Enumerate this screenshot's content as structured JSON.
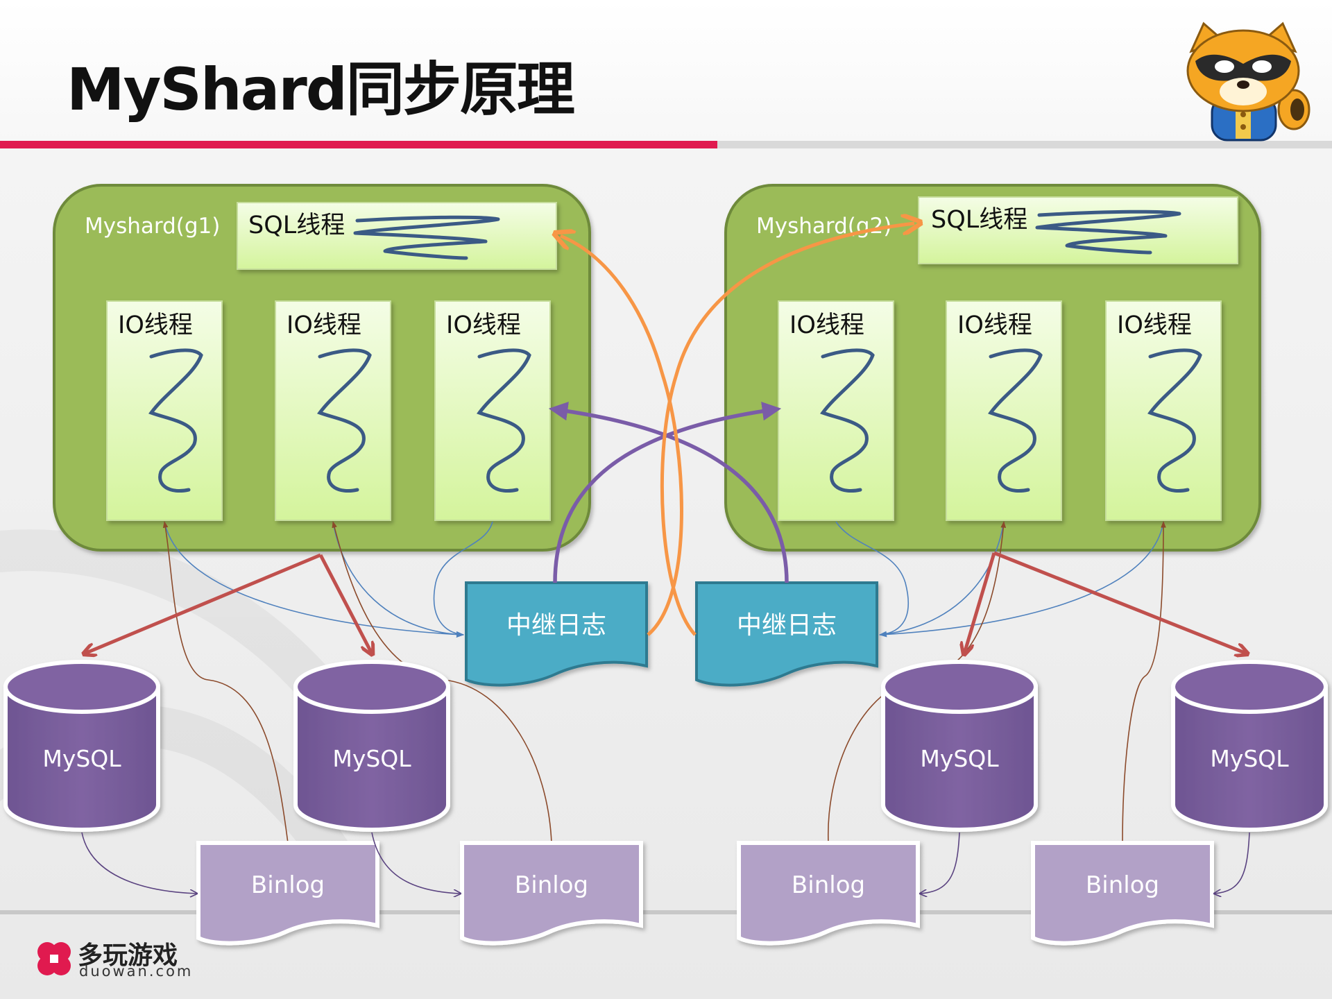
{
  "slide": {
    "title": "MyShard同步原理"
  },
  "colors": {
    "accent_bar": "#e01a4f",
    "group_fill": "#9bbb59",
    "thread_box": "#d8f5a8",
    "relay_log": "#4bacc6",
    "mysql": "#8064a2",
    "binlog": "#b2a1c7",
    "arrow_orange": "#f79646",
    "arrow_purple": "#7a5ca8",
    "arrow_red": "#c0504d",
    "thread_squiggle": "#3b5a85"
  },
  "groups": [
    {
      "label": "Myshard(g1)",
      "sql_thread": "SQL线程",
      "io_threads": [
        "IO线程",
        "IO线程",
        "IO线程"
      ]
    },
    {
      "label": "Myshard(g2)",
      "sql_thread": "SQL线程",
      "io_threads": [
        "IO线程",
        "IO线程",
        "IO线程"
      ]
    }
  ],
  "relay_logs": [
    "中继日志",
    "中继日志"
  ],
  "databases": [
    "MySQL",
    "MySQL",
    "MySQL",
    "MySQL"
  ],
  "binlogs": [
    "Binlog",
    "Binlog",
    "Binlog",
    "Binlog"
  ],
  "branding": {
    "logo_cn": "多玩游戏",
    "logo_en": "duowan.com",
    "mascot_icon": "raccoon-mascot-icon"
  }
}
